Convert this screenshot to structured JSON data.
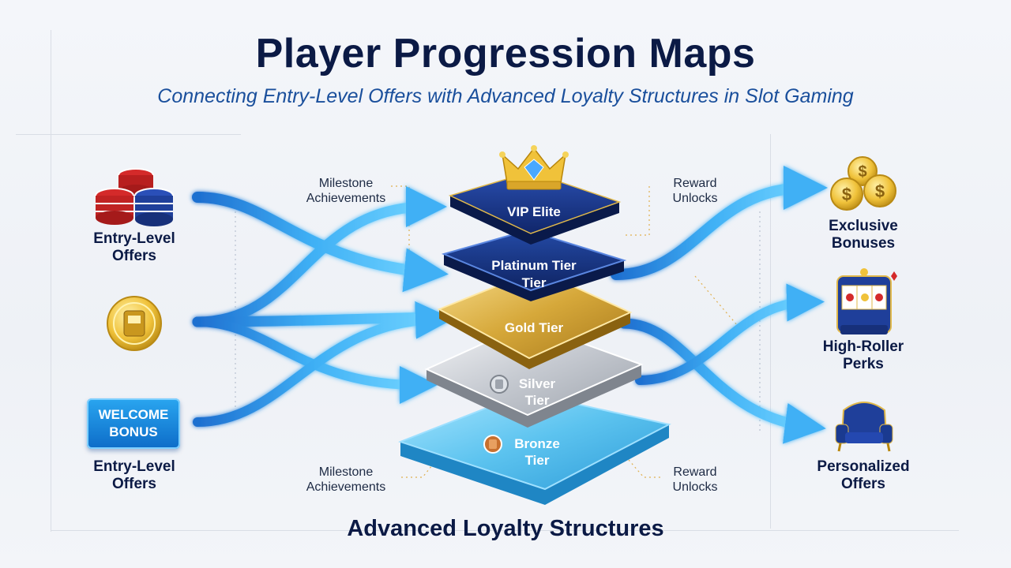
{
  "header": {
    "title": "Player Progression Maps",
    "subtitle": "Connecting Entry-Level Offers with Advanced Loyalty Structures in Slot Gaming"
  },
  "footer": {
    "title": "Advanced Loyalty Structures"
  },
  "left": {
    "top_label": [
      "Entry-Level",
      "Offers"
    ],
    "welcome_badge": [
      "WELCOME",
      "BONUS"
    ],
    "bottom_label": [
      "Entry-Level",
      "Offers"
    ],
    "icons": [
      "casino-chips-icon",
      "slot-coin-icon",
      "welcome-bonus-badge"
    ]
  },
  "tiers": [
    {
      "lines": [
        "VIP Elite"
      ],
      "color": "#1d3c8f"
    },
    {
      "lines": [
        "Platinum Tier",
        "Tier"
      ],
      "color": "#16357f"
    },
    {
      "lines": [
        "Gold Tier"
      ],
      "color": "#c99a2a"
    },
    {
      "lines": [
        "Silver",
        "Tier"
      ],
      "color": "#c8ccd3"
    },
    {
      "lines": [
        "Bronze",
        "Tier"
      ],
      "color": "#5cc3ef"
    }
  ],
  "annotations": {
    "milestone_top": [
      "Milestone",
      "Achievements"
    ],
    "reward_top": [
      "Reward",
      "Unlocks"
    ],
    "milestone_bottom": [
      "Milestone",
      "Achievements"
    ],
    "reward_bottom": [
      "Reward",
      "Unlocks"
    ]
  },
  "right": {
    "items": [
      {
        "lines": [
          "Exclusive",
          "Bonuses"
        ],
        "icon": "gold-coins-icon"
      },
      {
        "lines": [
          "High-Roller",
          "Perks"
        ],
        "icon": "slot-machine-icon"
      },
      {
        "lines": [
          "Personalized",
          "Offers"
        ],
        "icon": "armchair-icon"
      }
    ]
  },
  "colors": {
    "navy": "#0b1a45",
    "accent_blue": "#1a4f9c",
    "flow_blue": "#2a9be8",
    "gold": "#e8b730"
  }
}
